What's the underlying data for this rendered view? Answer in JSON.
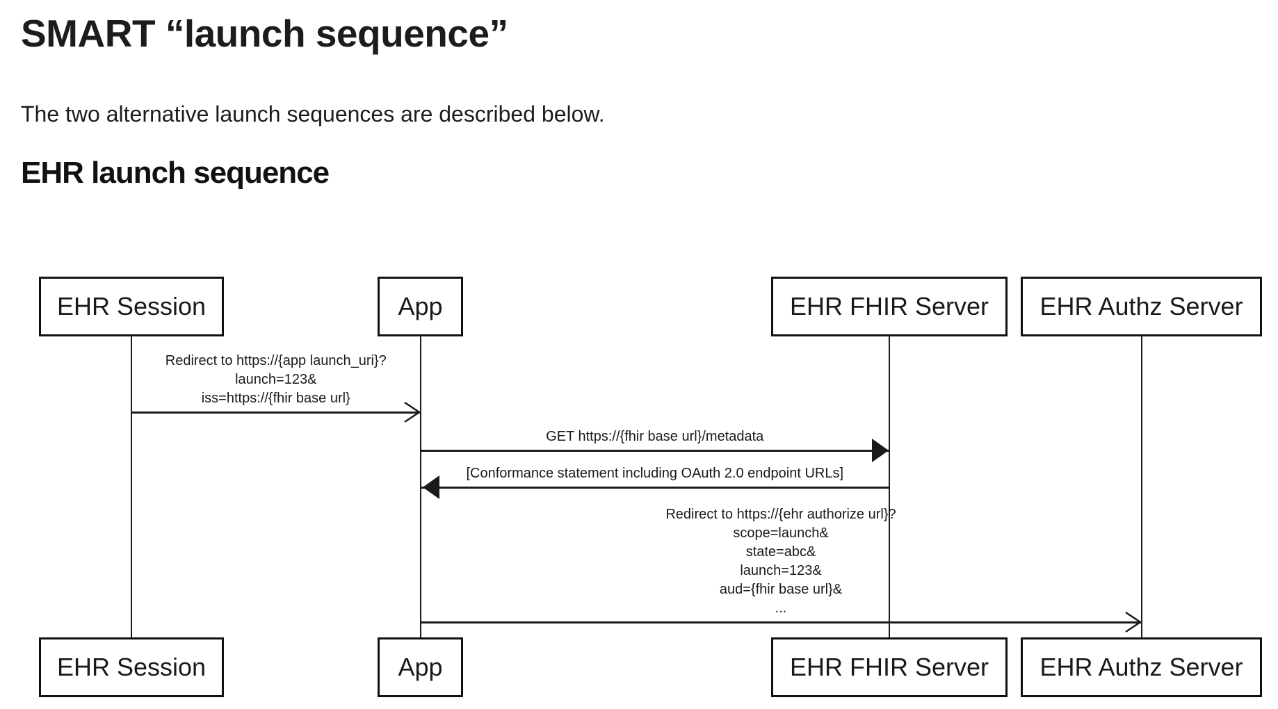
{
  "page": {
    "title": "SMART “launch sequence”",
    "intro": "The two alternative launch sequences are described below.",
    "section_heading": "EHR launch sequence"
  },
  "diagram": {
    "actors": [
      {
        "id": "ehr-session",
        "label": "EHR Session"
      },
      {
        "id": "app",
        "label": "App"
      },
      {
        "id": "ehr-fhir-server",
        "label": "EHR FHIR Server"
      },
      {
        "id": "ehr-authz-server",
        "label": "EHR Authz Server"
      }
    ],
    "messages": [
      {
        "from": "ehr-session",
        "to": "app",
        "arrowhead": "open",
        "lines": [
          "Redirect to https://{app launch_uri}?",
          "launch=123&",
          "iss=https://{fhir base url}"
        ]
      },
      {
        "from": "app",
        "to": "ehr-fhir-server",
        "arrowhead": "filled",
        "lines": [
          "GET https://{fhir base url}/metadata"
        ]
      },
      {
        "from": "ehr-fhir-server",
        "to": "app",
        "arrowhead": "filled",
        "lines": [
          "[Conformance statement including OAuth 2.0 endpoint URLs]"
        ]
      },
      {
        "from": "app",
        "to": "ehr-authz-server",
        "arrowhead": "open",
        "lines": [
          "Redirect to https://{ehr authorize url}?",
          "scope=launch&",
          "state=abc&",
          "launch=123&",
          "aud={fhir base url}&",
          "..."
        ]
      }
    ],
    "colors": {
      "line": "#1a1a1a",
      "text": "#1a1a1a",
      "box_background": "#ffffff"
    }
  }
}
